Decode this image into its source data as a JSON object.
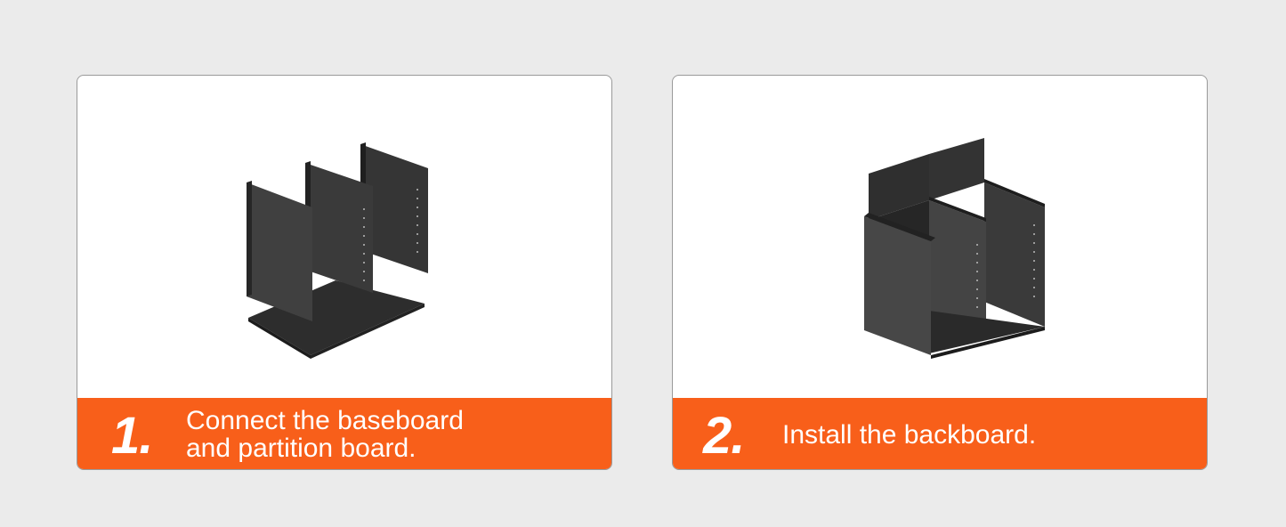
{
  "steps": [
    {
      "number": "1.",
      "lines": [
        "Connect the baseboard",
        "and partition board."
      ],
      "illustration_icon": "partition-boards-on-baseboard-icon"
    },
    {
      "number": "2.",
      "lines": [
        "Install the backboard."
      ],
      "illustration_icon": "assembled-organizer-icon"
    }
  ],
  "colors": {
    "background": "#ebebeb",
    "card": "#ffffff",
    "caption_bar": "#f85f1a",
    "caption_text": "#ffffff",
    "board_dark": "#2b2b2b"
  }
}
